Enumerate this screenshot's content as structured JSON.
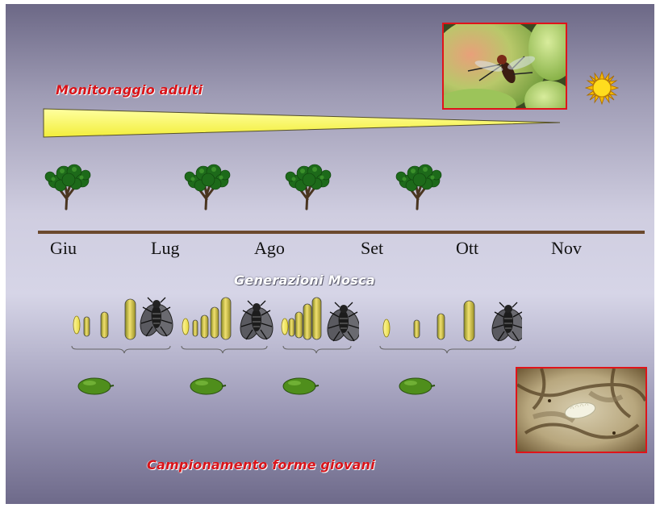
{
  "labels": {
    "monitoring": "Monitoraggio adulti",
    "generations": "Generazioni Mosca",
    "sampling": "Campionamento forme giovani"
  },
  "months": [
    "Giu",
    "Lug",
    "Ago",
    "Set",
    "Ott",
    "Nov"
  ],
  "colors": {
    "accent_red": "#e0141a",
    "wedge_yellow": "#ffff66",
    "timeline_brown": "#6b4a2e",
    "olive_green": "#4f8e1c",
    "larva_yellow": "#e8d84a"
  },
  "icons": {
    "photo_top": "olive-fly-adult-photo",
    "photo_bottom": "olive-fly-larva-photo",
    "sun": "sun-icon",
    "tree": "olive-tree-icon",
    "egg": "egg-icon",
    "larva": "larva-icon",
    "fly": "fly-icon",
    "olive": "olive-fruit-icon"
  }
}
